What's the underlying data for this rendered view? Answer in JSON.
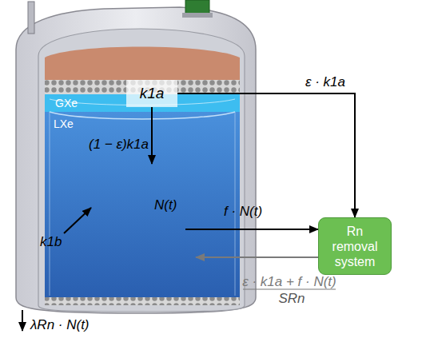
{
  "diagram": {
    "nodes": [
      {
        "text": [
          "k1a"
        ]
      },
      {
        "text": [
          "GXe"
        ]
      },
      {
        "text": [
          "LXe"
        ]
      },
      {
        "text": [
          "Rn removal system"
        ]
      }
    ],
    "edges": [
      {
        "from": 0,
        "to": 3,
        "arrow": "to",
        "label": "ε · k1a"
      },
      {
        "from": 0,
        "to": 2,
        "arrow": "to",
        "label": "(1 − ε)k1a"
      },
      {
        "from": 2,
        "to": 3,
        "arrow": "to",
        "label": "f · N(t)"
      },
      {
        "from": 3,
        "to": 2,
        "arrow": "to",
        "label": "ε · k1a + f · N(t)"
      }
    ],
    "labels": [
      "N(t)",
      "k1b",
      "SRn",
      "λRn · N(t)"
    ]
  }
}
